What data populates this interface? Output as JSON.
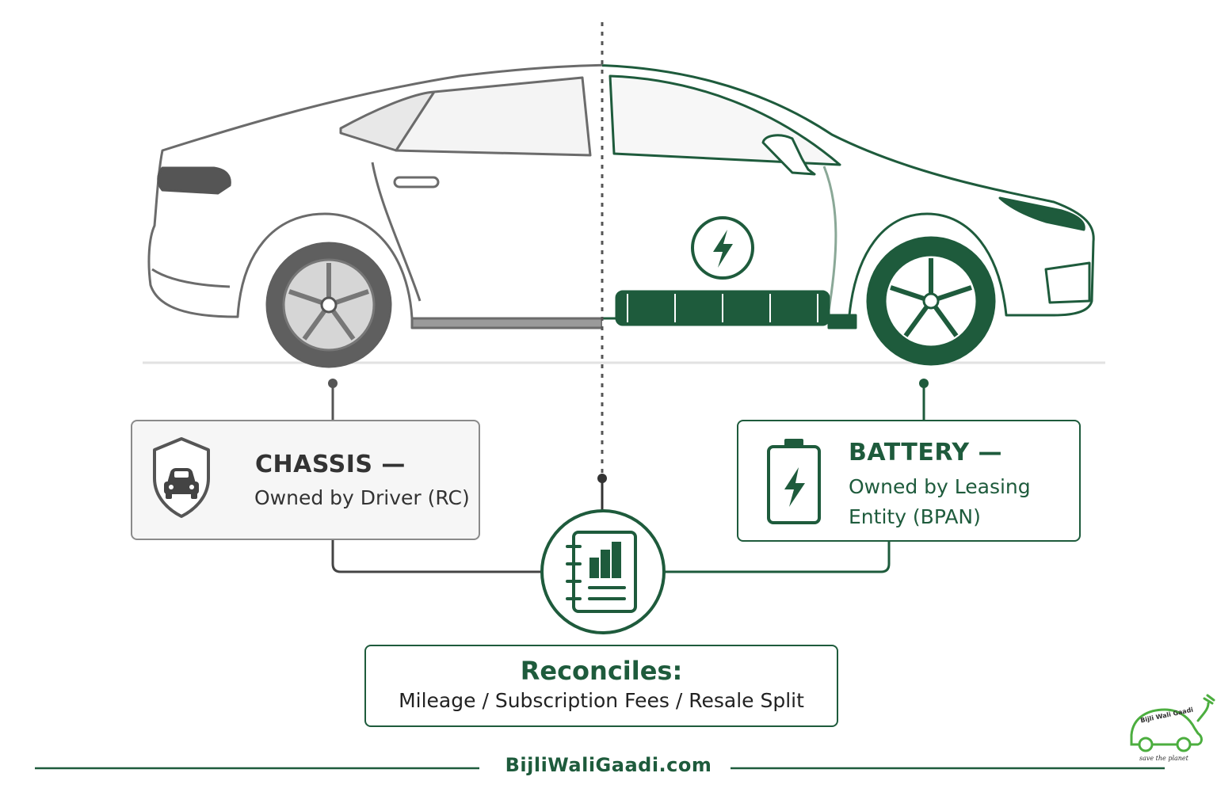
{
  "chassis": {
    "title": "CHASSIS —",
    "subtitle": "Owned by Driver (RC)",
    "icon": "shield-car-icon"
  },
  "battery": {
    "title": "BATTERY —",
    "subtitle": "Owned by Leasing Entity (BPAN)",
    "icon": "battery-bolt-icon"
  },
  "reconcile": {
    "title": "Reconciles:",
    "subtitle": "Mileage / Subscription Fees / Resale Split",
    "icon": "ledger-chart-icon"
  },
  "footer": {
    "site": "BijliWaliGaadi.com"
  },
  "logo": {
    "name": "Bijli Wali Gaadi",
    "tagline": "save the planet"
  },
  "colors": {
    "green": "#1e5b3c",
    "gray": "#8a8a8a",
    "logo_green": "#4cae3f"
  }
}
